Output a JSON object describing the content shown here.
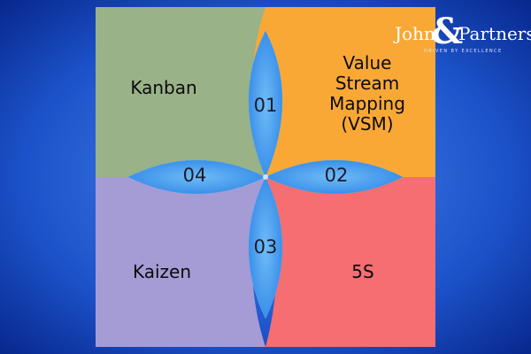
{
  "diagram": {
    "petals": [
      {
        "key": "tl",
        "number": "01",
        "label_lines": [
          "Kanban"
        ],
        "color": "#9ab287"
      },
      {
        "key": "tr",
        "number": "02",
        "label_lines": [
          "Value",
          "Stream",
          "Mapping",
          "(VSM)"
        ],
        "color": "#f9a836"
      },
      {
        "key": "br",
        "number": "03",
        "label_lines": [
          "5S"
        ],
        "color": "#f56e72"
      },
      {
        "key": "bl",
        "number": "04",
        "label_lines": [
          "Kaizen"
        ],
        "color": "#a59cd6"
      }
    ],
    "overlap_color": "#4fa6ef"
  },
  "logo": {
    "word_left": "John",
    "ampersand": "&",
    "word_right": "Partners",
    "tagline": "DRIVEN BY EXCELLENCE"
  },
  "colors": {
    "background_center": "#3f7fe6",
    "background_edge": "#0a2f9c"
  }
}
